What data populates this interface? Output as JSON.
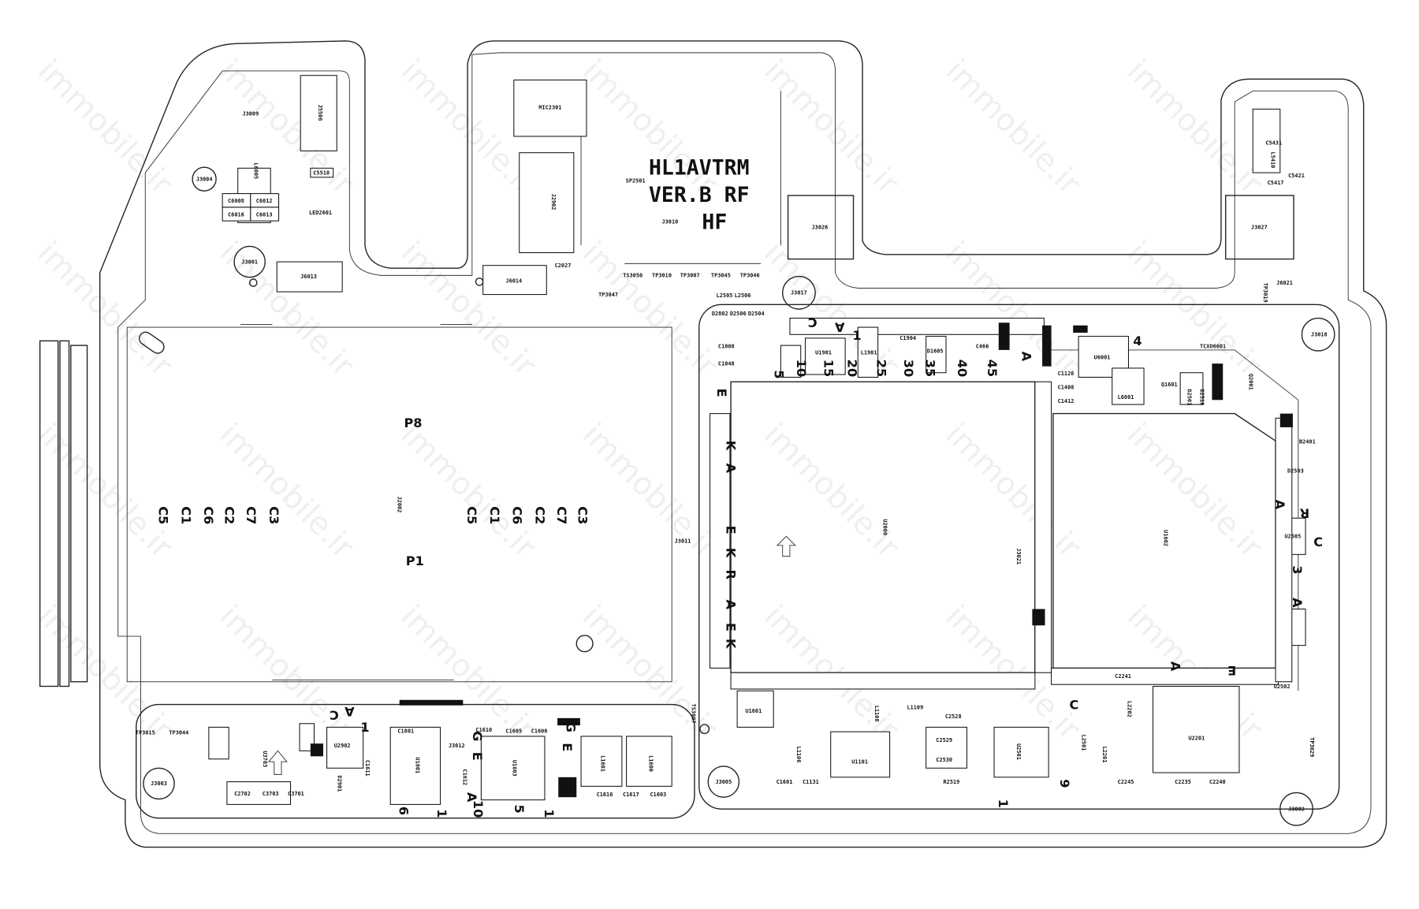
{
  "board": {
    "title_lines": [
      "HL1AVTRM",
      "VER.B RF",
      "HF"
    ],
    "watermark": "immobile.ir"
  },
  "labels": [
    "SP2501",
    "J3010",
    "TS3050",
    "TP3010",
    "TP3007",
    "TP3045",
    "TP3046",
    "TP3047",
    "MIC2301",
    "J2902",
    "C2027",
    "J6014",
    "J3009",
    "J5506",
    "J3004",
    "L6005",
    "C6008",
    "C6012",
    "C6016",
    "C6013",
    "C5510",
    "LED2601",
    "J3001",
    "J6013",
    "J3026",
    "J3027",
    "C5431",
    "L5410",
    "C5421",
    "C5417",
    "J3017",
    "J3018",
    "J6021",
    "TP3019",
    "J2002",
    "U2000",
    "J3021",
    "U1602",
    "U1901",
    "U1601",
    "U1101",
    "U2201",
    "U2501",
    "U6001",
    "L6001",
    "Q1601",
    "L1901",
    "D1605",
    "C1904",
    "L2505",
    "L2506",
    "D2802",
    "D2506",
    "D2504",
    "J3005",
    "J3002",
    "J3003",
    "TP3015",
    "TP3044",
    "TS3007",
    "TP3029",
    "J3011",
    "C2702",
    "C3703",
    "C3701",
    "U3703",
    "U2902",
    "D2901",
    "C1611",
    "U1801",
    "U1603",
    "L1601",
    "L1600",
    "C1616",
    "C1617",
    "C1603",
    "C1801",
    "C1610",
    "C1605",
    "C1608",
    "J3012",
    "C1612",
    "C2529",
    "C2530",
    "R2519",
    "C2528",
    "L1106",
    "L1109",
    "L1108",
    "C1131",
    "C1601",
    "U2502",
    "U2505",
    "L2201",
    "L2202",
    "C2235",
    "C2240",
    "C2245",
    "C2241",
    "D2501",
    "D2510",
    "D2503",
    "B2401",
    "Q2001",
    "C1408",
    "C1412",
    "C1126",
    "C466",
    "C1048",
    "C1008",
    "TCXO6601",
    "L2501"
  ],
  "big_labels": [
    "P8",
    "P1",
    "C5",
    "C1",
    "C6",
    "C2",
    "C7",
    "C3",
    "C5",
    "C1",
    "C6",
    "C2",
    "C7",
    "C3",
    "A",
    "C",
    "1",
    "6",
    "1",
    "10",
    "5",
    "1",
    "E",
    "G",
    "A",
    "E",
    "G",
    "1",
    "4",
    "5",
    "10",
    "15",
    "20",
    "25",
    "30",
    "35",
    "40",
    "45",
    "A",
    "C",
    "A",
    "E",
    "K",
    "A",
    "E",
    "K",
    "R",
    "A",
    "E",
    "K",
    "R",
    "A",
    "C",
    "3",
    "A",
    "E",
    "A",
    "C",
    "1",
    "9",
    "A"
  ]
}
